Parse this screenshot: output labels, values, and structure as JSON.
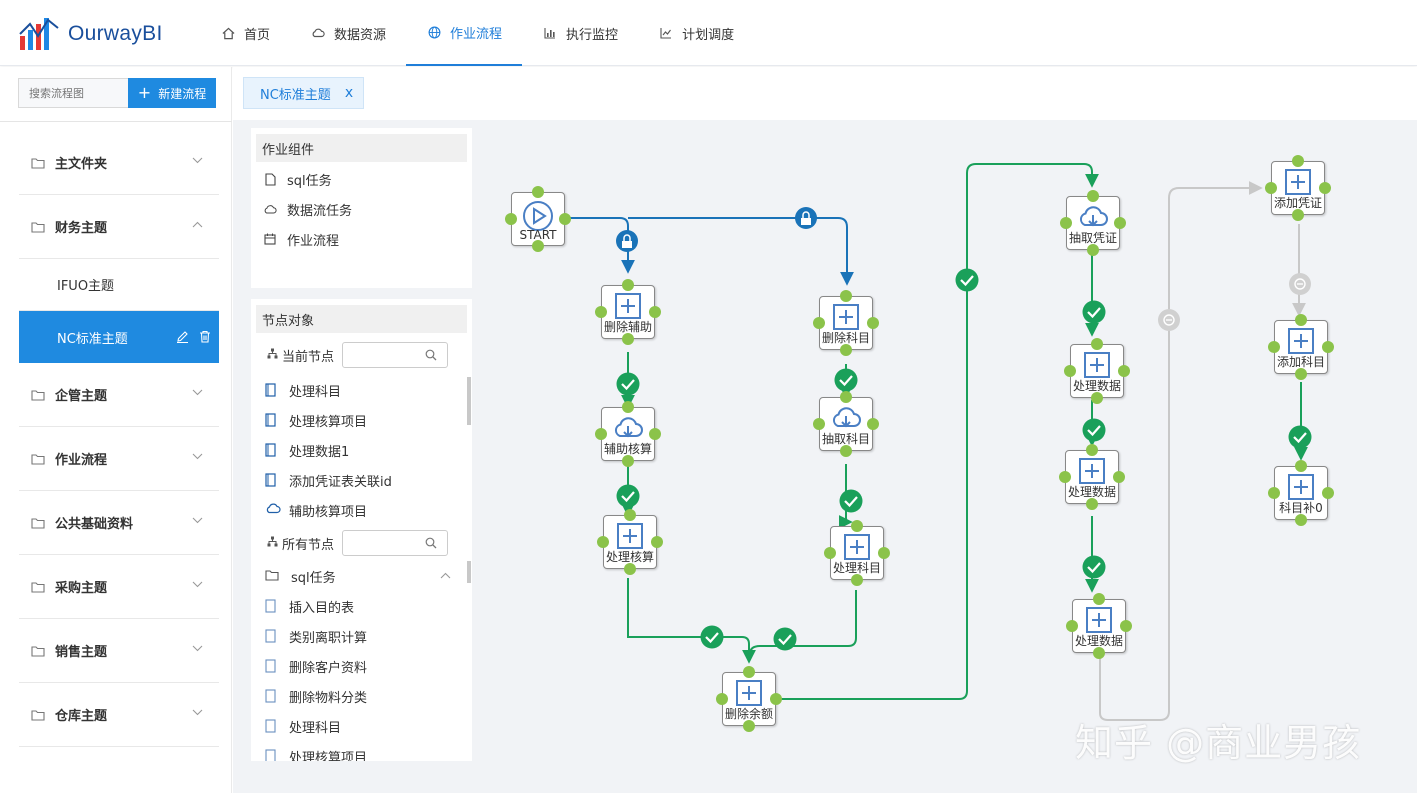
{
  "app": {
    "logo_text": "OurwayBI"
  },
  "nav": [
    {
      "label": "首页",
      "icon": "home-icon"
    },
    {
      "label": "数据资源",
      "icon": "cloud-icon"
    },
    {
      "label": "作业流程",
      "icon": "globe-icon",
      "active": true
    },
    {
      "label": "执行监控",
      "icon": "bar-chart-icon"
    },
    {
      "label": "计划调度",
      "icon": "line-chart-icon"
    }
  ],
  "sidebar": {
    "search_placeholder": "搜索流程图",
    "new_button": "新建流程",
    "items": [
      {
        "label": "主文件夹",
        "expanded": false
      },
      {
        "label": "财务主题",
        "expanded": true
      },
      {
        "label": "IFUO主题",
        "sub": true
      },
      {
        "label": "NC标准主题",
        "sub": true,
        "active": true
      },
      {
        "label": "企管主题",
        "expanded": false
      },
      {
        "label": "作业流程",
        "expanded": false
      },
      {
        "label": "公共基础资料",
        "expanded": false
      },
      {
        "label": "采购主题",
        "expanded": false
      },
      {
        "label": "销售主题",
        "expanded": false
      },
      {
        "label": "仓库主题",
        "expanded": false
      }
    ]
  },
  "tabs": [
    {
      "label": "NC标准主题",
      "close": "x"
    }
  ],
  "components": {
    "title": "作业组件",
    "items": [
      {
        "label": "sql任务",
        "icon": "file-icon"
      },
      {
        "label": "数据流任务",
        "icon": "cloud-icon"
      },
      {
        "label": "作业流程",
        "icon": "calendar-icon"
      }
    ]
  },
  "nodes_panel": {
    "title": "节点对象",
    "current_label": "当前节点",
    "current_items": [
      {
        "label": "处理科目",
        "icon": "file-icon"
      },
      {
        "label": "处理核算项目",
        "icon": "file-icon"
      },
      {
        "label": "处理数据1",
        "icon": "file-icon"
      },
      {
        "label": "添加凭证表关联id",
        "icon": "file-icon"
      },
      {
        "label": "辅助核算项目",
        "icon": "cloud-icon"
      }
    ],
    "all_label": "所有节点",
    "folder_label": "sql任务",
    "all_items": [
      "插入目的表",
      "类别离职计算",
      "删除客户资料",
      "删除物料分类",
      "处理科目",
      "处理核算项目"
    ]
  },
  "flow": {
    "colors": {
      "green": "#1aa05a",
      "blue": "#1a73b8",
      "gray": "#c8c8c8",
      "port": "#8bc34a"
    },
    "nodes": [
      {
        "id": "start",
        "label": "START",
        "icon": "play-icon"
      },
      {
        "id": "n1",
        "label": "删除辅助",
        "icon": "plus-icon"
      },
      {
        "id": "n2",
        "label": "辅助核算",
        "icon": "cloud-download-icon"
      },
      {
        "id": "n3",
        "label": "处理核算",
        "icon": "plus-icon"
      },
      {
        "id": "n4",
        "label": "删除科目",
        "icon": "plus-icon"
      },
      {
        "id": "n5",
        "label": "抽取科目",
        "icon": "cloud-download-icon"
      },
      {
        "id": "n6",
        "label": "处理科目",
        "icon": "plus-icon"
      },
      {
        "id": "n7",
        "label": "删除余额",
        "icon": "plus-icon"
      },
      {
        "id": "n8",
        "label": "抽取凭证",
        "icon": "cloud-download-icon"
      },
      {
        "id": "n9",
        "label": "处理数据",
        "icon": "plus-icon"
      },
      {
        "id": "n10",
        "label": "处理数据",
        "icon": "plus-icon"
      },
      {
        "id": "n11",
        "label": "处理数据",
        "icon": "plus-icon"
      },
      {
        "id": "n12",
        "label": "添加凭证",
        "icon": "plus-icon"
      },
      {
        "id": "n13",
        "label": "添加科目",
        "icon": "plus-icon"
      },
      {
        "id": "n14",
        "label": "科目补0",
        "icon": "plus-icon"
      }
    ]
  },
  "watermark": "知乎 @商业男孩"
}
